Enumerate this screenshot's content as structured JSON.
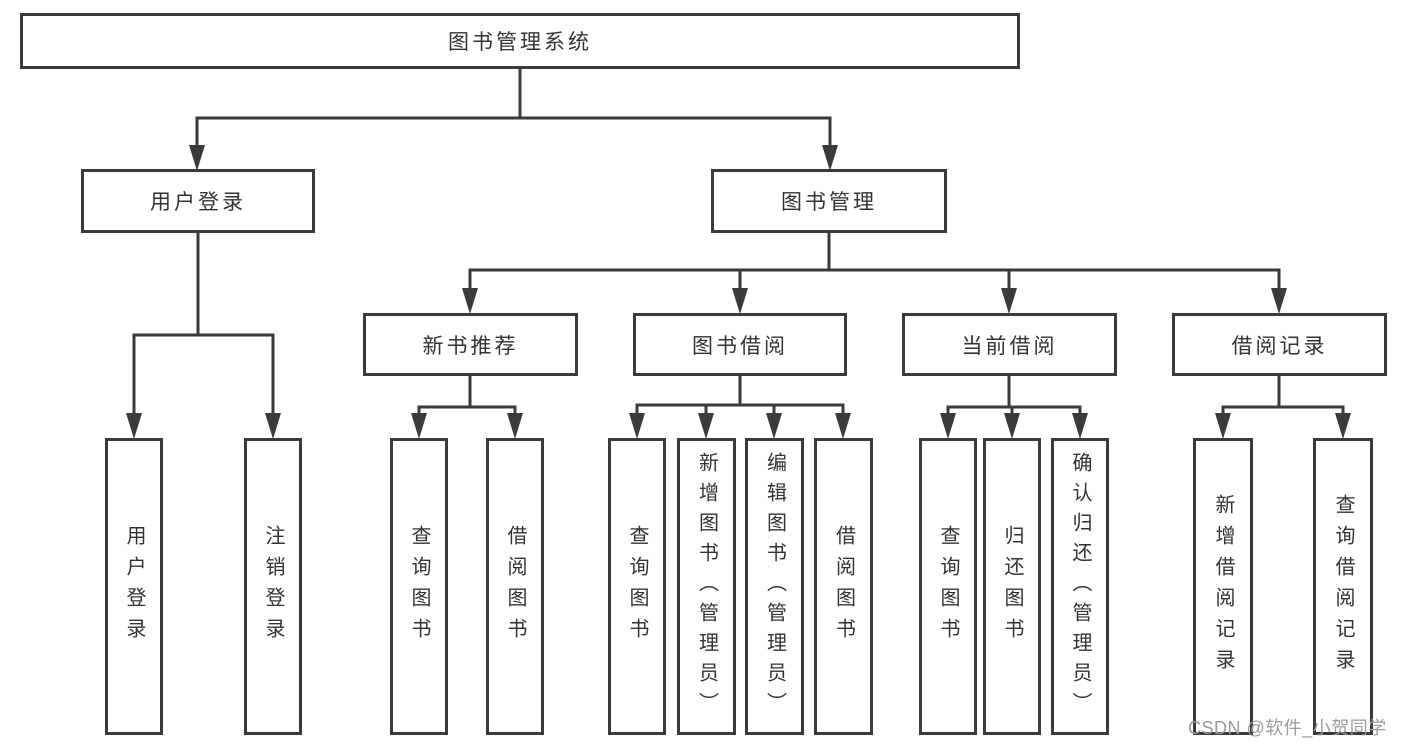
{
  "diagram": {
    "title_node": {
      "label": "图书管理系统"
    },
    "level2": [
      {
        "label": "用户登录"
      },
      {
        "label": "图书管理"
      }
    ],
    "level3": [
      {
        "label": "新书推荐",
        "parent": "图书管理"
      },
      {
        "label": "图书借阅",
        "parent": "图书管理"
      },
      {
        "label": "当前借阅",
        "parent": "图书管理"
      },
      {
        "label": "借阅记录",
        "parent": "图书管理"
      }
    ],
    "leaves": [
      {
        "label": "用户登录",
        "parent": "用户登录"
      },
      {
        "label": "注销登录",
        "parent": "用户登录"
      },
      {
        "label": "查询图书",
        "parent": "新书推荐"
      },
      {
        "label": "借阅图书",
        "parent": "新书推荐"
      },
      {
        "label": "查询图书",
        "parent": "图书借阅"
      },
      {
        "label": "新增图书（管理员）",
        "parent": "图书借阅"
      },
      {
        "label": "编辑图书（管理员）",
        "parent": "图书借阅"
      },
      {
        "label": "借阅图书",
        "parent": "图书借阅"
      },
      {
        "label": "查询图书",
        "parent": "当前借阅"
      },
      {
        "label": "归还图书",
        "parent": "当前借阅"
      },
      {
        "label": "确认归还（管理员）",
        "parent": "当前借阅"
      },
      {
        "label": "新增借阅记录",
        "parent": "借阅记录"
      },
      {
        "label": "查询借阅记录",
        "parent": "借阅记录"
      }
    ],
    "watermark": "CSDN @软件_小贺同学",
    "colors": {
      "line": "#3a3a3a",
      "box_border": "#3a3a3a",
      "text": "#333333",
      "watermark": "#9b9b9b",
      "background": "#ffffff"
    }
  }
}
